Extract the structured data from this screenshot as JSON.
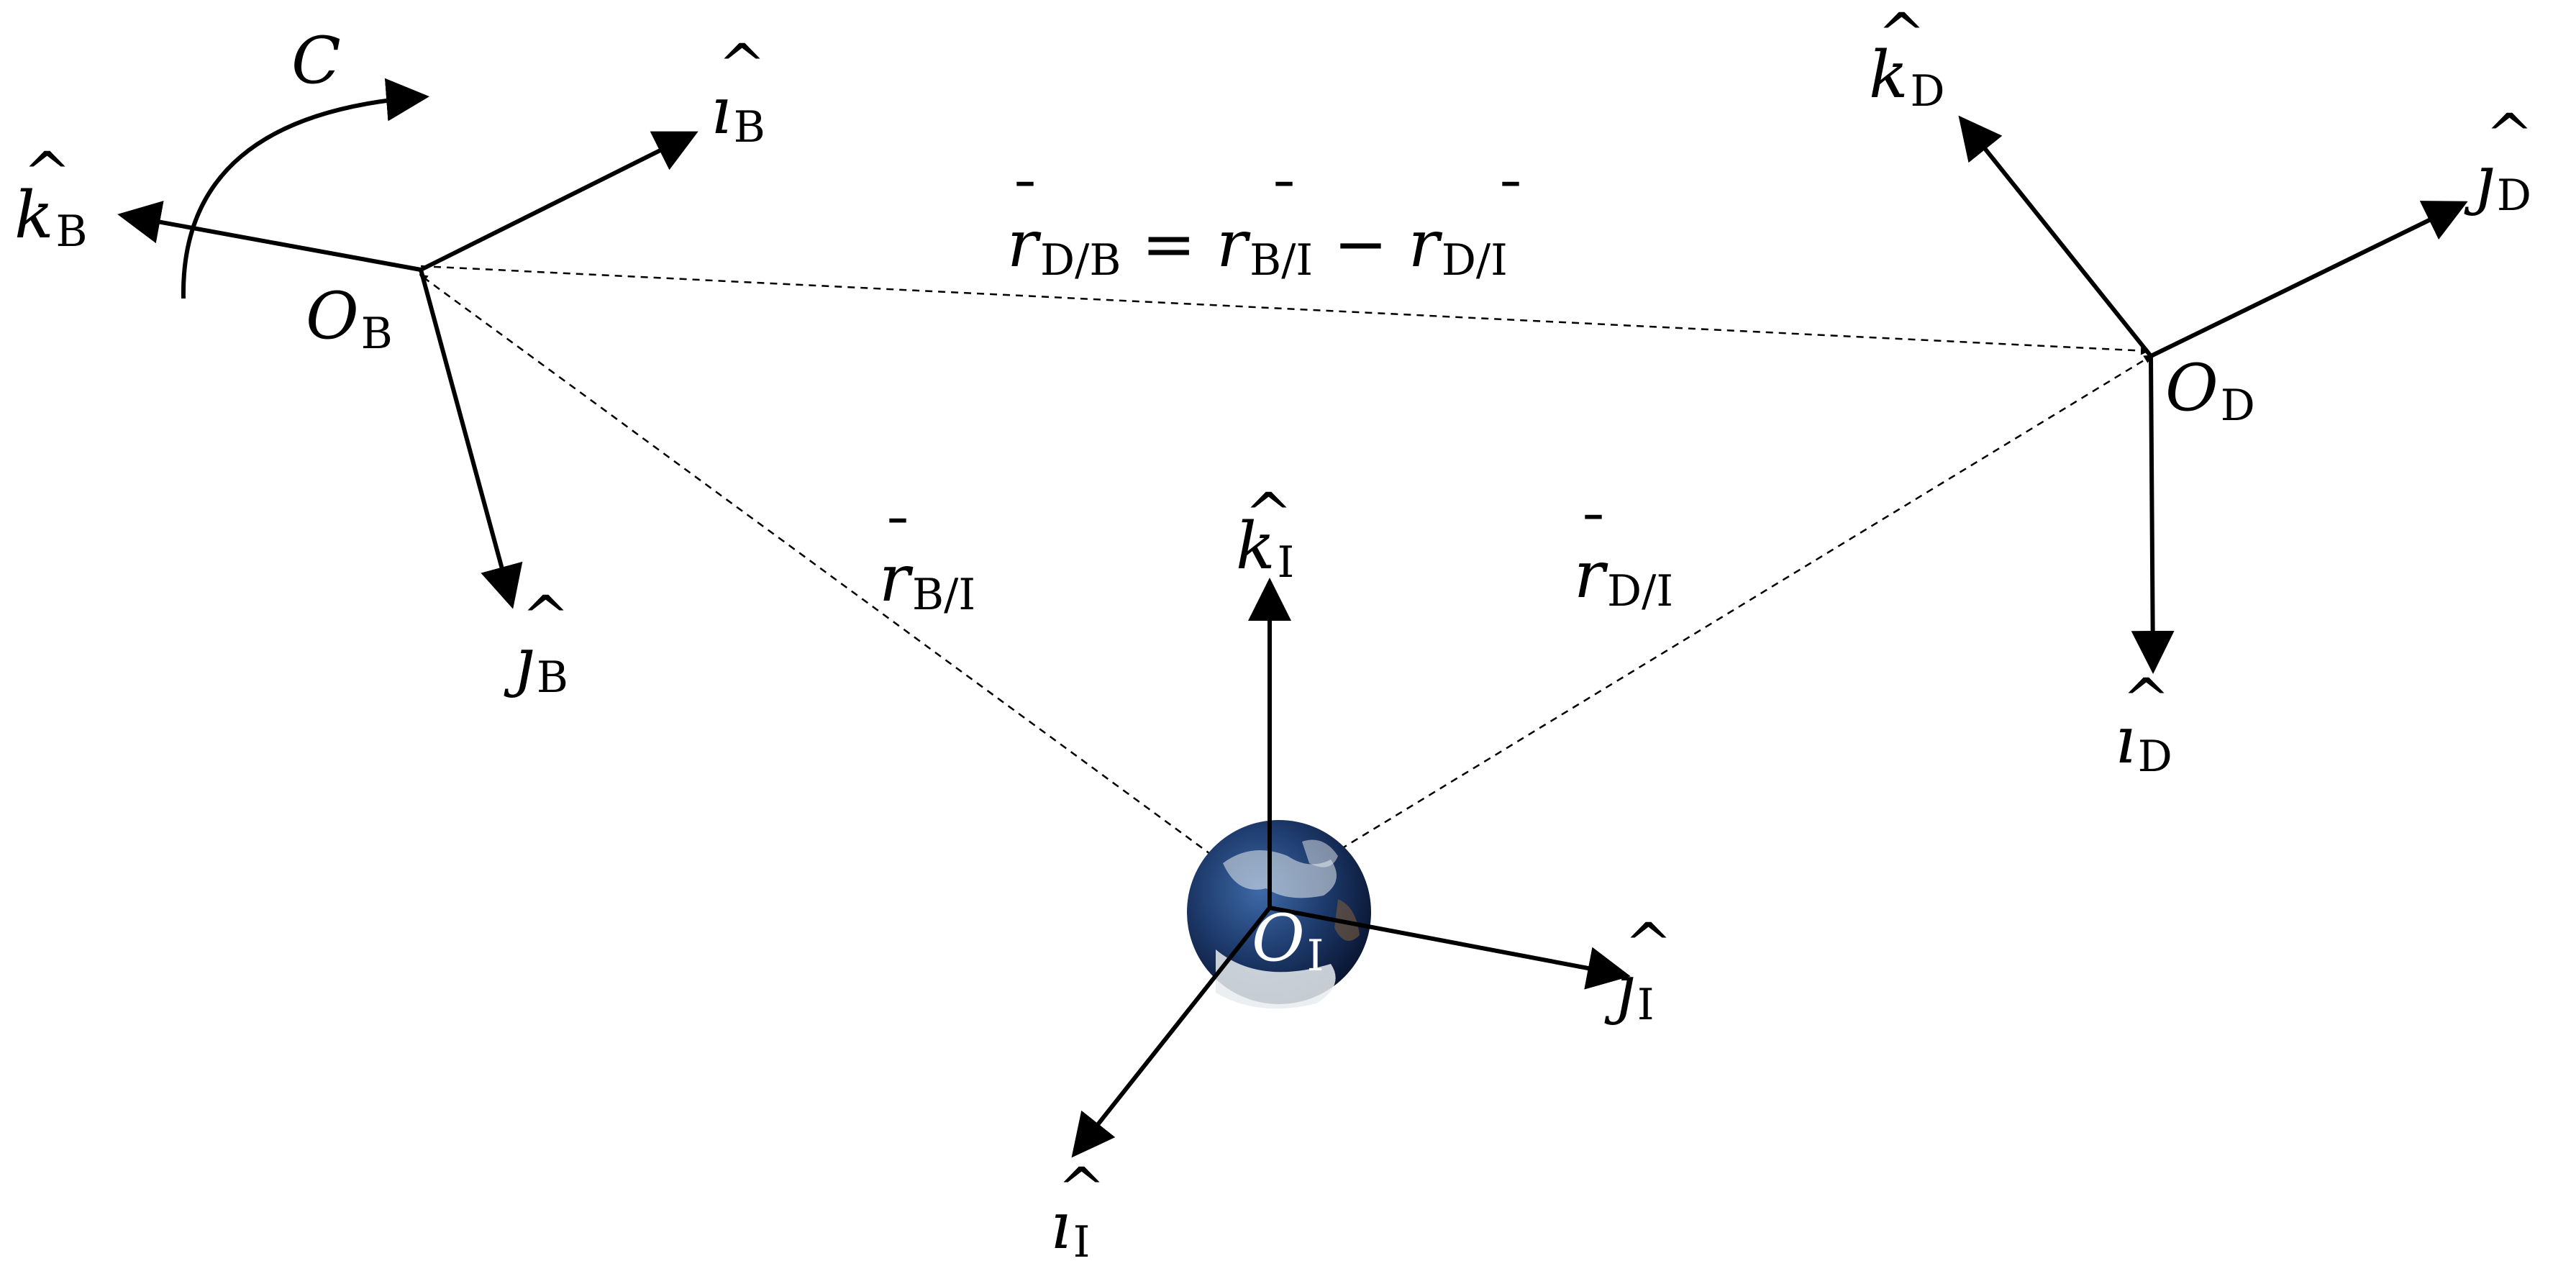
{
  "frames": {
    "B": {
      "origin": {
        "main": "O",
        "sub": "B"
      },
      "i": {
        "main": "ı",
        "sub": "B"
      },
      "j": {
        "main": "ȷ",
        "sub": "B"
      },
      "k": {
        "main": "k",
        "sub": "B"
      }
    },
    "D": {
      "origin": {
        "main": "O",
        "sub": "D"
      },
      "i": {
        "main": "ı",
        "sub": "D"
      },
      "j": {
        "main": "ȷ",
        "sub": "D"
      },
      "k": {
        "main": "k",
        "sub": "D"
      }
    },
    "I": {
      "origin": {
        "main": "O",
        "sub": "I"
      },
      "i": {
        "main": "ı",
        "sub": "I"
      },
      "j": {
        "main": "ȷ",
        "sub": "I"
      },
      "k": {
        "main": "k",
        "sub": "I"
      }
    }
  },
  "rotation": {
    "label": "C"
  },
  "vectors": {
    "r_BI": {
      "main": "r",
      "sub": "B/I"
    },
    "r_DI": {
      "main": "r",
      "sub": "D/I"
    },
    "equation": {
      "lhs_main": "r",
      "lhs_sub": "D/B",
      "eq": " = ",
      "t1_main": "r",
      "t1_sub": "B/I",
      "minus": " − ",
      "t2_main": "r",
      "t2_sub": "D/I"
    }
  },
  "glyphs": {
    "hat": "^",
    "bar": "¯"
  },
  "colors": {
    "ink": "#000000",
    "earth_ocean": "#1d3a6b",
    "earth_cloud": "#e8ecef"
  }
}
